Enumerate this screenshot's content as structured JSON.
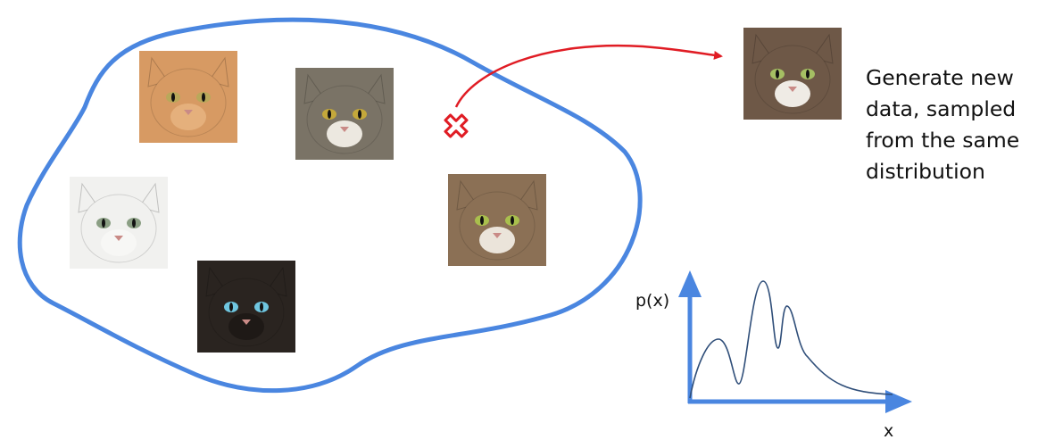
{
  "caption_lines": [
    "Generate new",
    "data, sampled",
    "from the same",
    "distribution"
  ],
  "y_axis_label": "p(x)",
  "x_axis_label": "x",
  "images": [
    {
      "name": "orange-tabby-cat-image",
      "fur": "#d79a63",
      "face": "#e5b07c",
      "eyes": "#b9a85a"
    },
    {
      "name": "gray-tabby-cat-image",
      "fur": "#7a7366",
      "face": "#ece8e0",
      "eyes": "#c4a83b"
    },
    {
      "name": "white-cat-image",
      "fur": "#f1f1ef",
      "face": "#f7f7f5",
      "eyes": "#8b9f84"
    },
    {
      "name": "siamese-cat-image",
      "fur": "#2a2420",
      "face": "#1e1916",
      "eyes": "#6fc6e0"
    },
    {
      "name": "tabby-cat-in-grass-image",
      "fur": "#8b7055",
      "face": "#ebe4da",
      "eyes": "#a9bf4d"
    },
    {
      "name": "generated-calico-cat-image",
      "fur": "#6e5847",
      "face": "#efebe5",
      "eyes": "#a5bf63"
    }
  ],
  "colors": {
    "distribution_boundary": "#4a86e0",
    "generation_arrow": "#e01c24",
    "sample_marker": "#e01c24",
    "axes": "#4a86e0",
    "density_curve": "#2f4e79"
  }
}
